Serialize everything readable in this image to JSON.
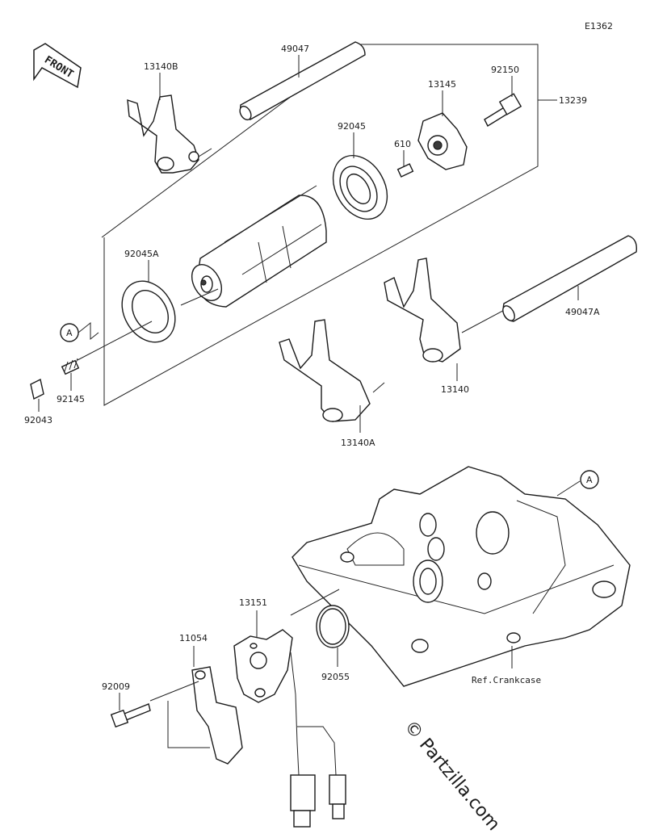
{
  "diagram_id": "E1362",
  "front_label": "FRONT",
  "callout_letter": "A",
  "reference_label": "Ref.Crankcase",
  "watermark": "© Partzilla.com",
  "part_labels": {
    "p13140B": "13140B",
    "p49047": "49047",
    "p92150": "92150",
    "p13239": "13239",
    "p13145": "13145",
    "p92045": "92045",
    "p610": "610",
    "p92045A": "92045A",
    "p49047A": "49047A",
    "p92145": "92145",
    "p13140": "13140",
    "p92043": "92043",
    "p13140A": "13140A",
    "p13151": "13151",
    "p11054": "11054",
    "p92009": "92009",
    "p92055": "92055"
  }
}
